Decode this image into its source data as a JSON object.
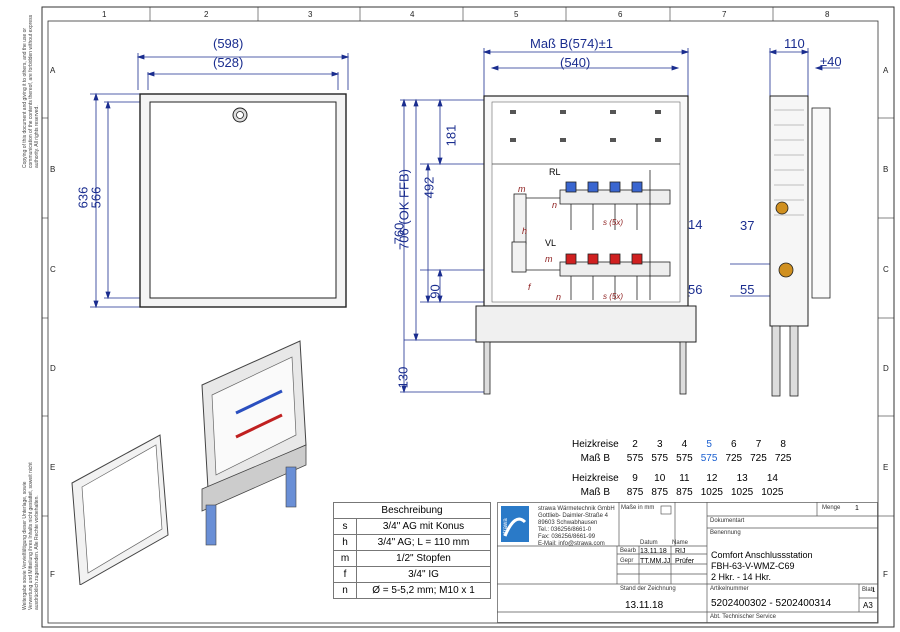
{
  "grid": {
    "columns": [
      "1",
      "2",
      "3",
      "4",
      "5",
      "6",
      "7",
      "8"
    ],
    "rows": [
      "A",
      "B",
      "C",
      "D",
      "E",
      "F"
    ]
  },
  "side_notes": {
    "copyright": "Copying of this document and giving it to others, and the use or communication of the contents thereof, are forbidden without express authority. All rights reserved.",
    "copyright_de": "Weitergabe sowie Vervielfältigung dieser Unterlage, sowie Verwertung und Mitteilung ihres Inhalts nicht gestattet, soweit nicht ausdrücklich zugestanden. Alle Rechte vorbehalten."
  },
  "front_view": {
    "width_outer": "(598)",
    "width_inner": "(528)",
    "height_outer": "636",
    "height_inner": "566"
  },
  "mid_view": {
    "mass_b": "Maß B(574)±1",
    "width_inner": "(540)",
    "height_total": "760",
    "height_ok": "706 (OK FFB)",
    "height_492": "492",
    "top_181": "181",
    "bottom_90": "90",
    "foot_130": "130",
    "dim_14": "14",
    "dim_56": "56",
    "label_rl": "RL",
    "label_vl": "VL",
    "label_m1": "m",
    "label_m2": "m",
    "label_h": "h",
    "label_n1": "n",
    "label_n2": "n",
    "label_f": "f",
    "label_s1": "s (5x)",
    "label_s2": "s (5x)"
  },
  "side_view": {
    "depth": "110",
    "adjust": "±40",
    "dim_37": "37",
    "dim_55": "55"
  },
  "circuits": {
    "row_heading_1": "Heizkreise",
    "row_heading_2": "Maß B",
    "group1_circuits": [
      "2",
      "3",
      "4",
      "5",
      "6",
      "7",
      "8"
    ],
    "group1_mass": [
      "575",
      "575",
      "575",
      "575",
      "725",
      "725",
      "725"
    ],
    "group2_circuits": [
      "9",
      "10",
      "11",
      "12",
      "13",
      "14"
    ],
    "group2_mass": [
      "875",
      "875",
      "875",
      "1025",
      "1025",
      "1025"
    ],
    "highlight_index": 3
  },
  "legend": {
    "title": "Beschreibung",
    "rows": [
      {
        "key": "s",
        "desc": "3/4\" AG mit Konus"
      },
      {
        "key": "h",
        "desc": "3/4\" AG; L = 110 mm"
      },
      {
        "key": "m",
        "desc": "1/2\" Stopfen"
      },
      {
        "key": "f",
        "desc": "3/4\" IG"
      },
      {
        "key": "n",
        "desc": "Ø = 5-5,2 mm; M10 x 1"
      }
    ]
  },
  "title_block": {
    "company_line1": "strawa Wärmetechnik GmbH",
    "company_line2": "Gottlieb- Daimler-Straße 4",
    "company_line3": "89603 Schwabhausen",
    "company_line4": "Tel.: 036256/8661-0",
    "company_line5": "Fax: 036256/8661-99",
    "company_line6": "E-Mail: info@strawa.com",
    "logo_text": "strawa",
    "mass_label": "Maße in mm",
    "menge_label": "Menge",
    "menge_value": "1",
    "dokumentart_label": "Dokumentart",
    "name_label": "Name",
    "datum_label": "Datum",
    "benennung_label": "Benennung",
    "bearb_label": "Bearb",
    "bearb_date": "13.11.18",
    "bearb_name": "RIJ",
    "gepr_label": "Gepr",
    "gepr_date": "TT.MM.JJ",
    "gepr_name": "Prüfer",
    "title_line1": "Comfort Anschlussstation",
    "title_line2": "FBH-63-V-WMZ-C69",
    "title_line3": "2 Hkr. - 14 Hkr.",
    "stand_label": "Stand der Zeichnung",
    "stand_date": "13.11.18",
    "artikel_label": "Artikelnummer",
    "artikel_value": "5202400302 - 5202400314",
    "blatt_label": "Blatt",
    "blatt_value": "1",
    "format_value": "A3",
    "dept": "Abt. Technischer Service"
  },
  "colors": {
    "dimension": "#1a2d8f",
    "annotation": "#8b1a1a",
    "highlight": "#1a5fd0"
  }
}
